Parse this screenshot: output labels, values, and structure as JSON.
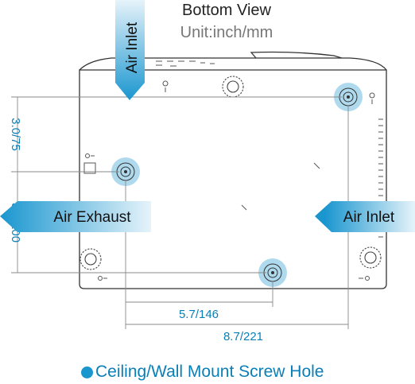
{
  "header": {
    "title": "Bottom View",
    "unit": "Unit:inch/mm"
  },
  "arrows": {
    "top_inlet": "Air Inlet",
    "exhaust": "Air Exhaust",
    "right_inlet": "Air Inlet"
  },
  "dimensions": {
    "vertical_top": "3.0/75",
    "vertical_bottom": "3.9/100",
    "horizontal_short": "5.7/146",
    "horizontal_long": "8.7/221"
  },
  "legend": {
    "label": "Ceiling/Wall Mount Screw Hole"
  },
  "colors": {
    "accent": "#1a96cf",
    "dimension": "#0a7fb7",
    "outline": "#333333"
  }
}
